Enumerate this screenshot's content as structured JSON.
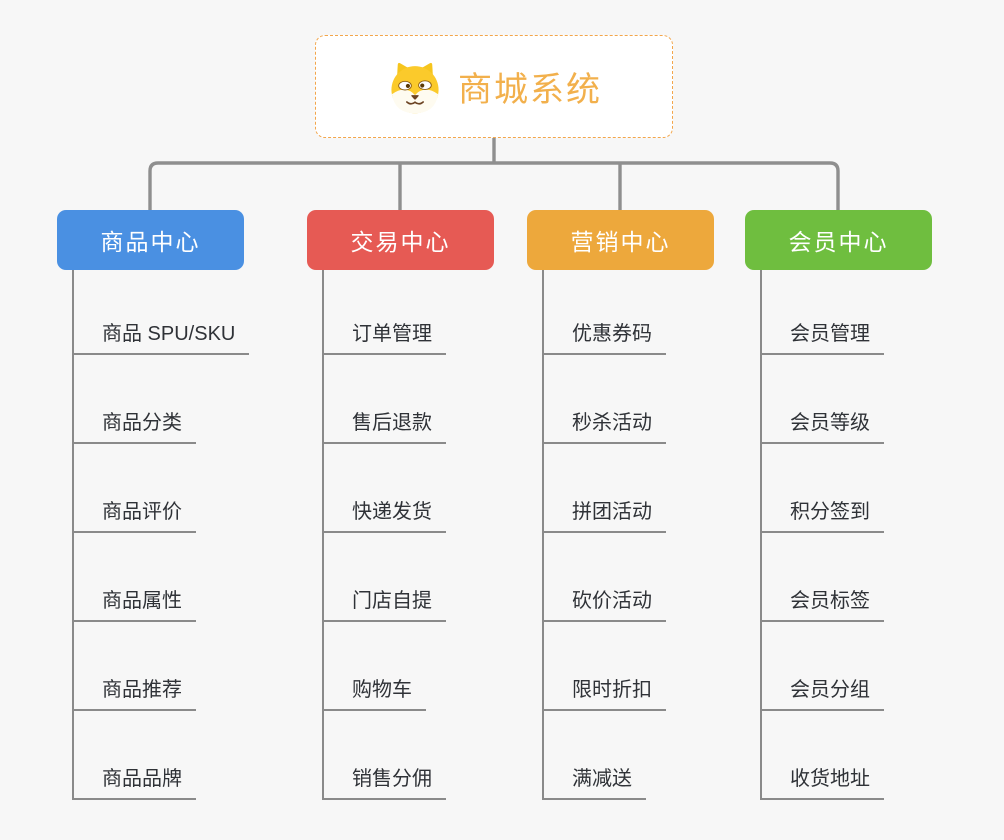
{
  "root": {
    "title": "商城系统",
    "icon": "dog-face-icon"
  },
  "branches": [
    {
      "label": "商品中心",
      "color": "#4a90e2",
      "children": [
        "商品 SPU/SKU",
        "商品分类",
        "商品评价",
        "商品属性",
        "商品推荐",
        "商品品牌"
      ]
    },
    {
      "label": "交易中心",
      "color": "#e65a54",
      "children": [
        "订单管理",
        "售后退款",
        "快递发货",
        "门店自提",
        "购物车",
        "销售分佣"
      ]
    },
    {
      "label": "营销中心",
      "color": "#eda83c",
      "children": [
        "优惠券码",
        "秒杀活动",
        "拼团活动",
        "砍价活动",
        "限时折扣",
        "满减送"
      ]
    },
    {
      "label": "会员中心",
      "color": "#6fbe3f",
      "children": [
        "会员管理",
        "会员等级",
        "积分签到",
        "会员标签",
        "会员分组",
        "收货地址"
      ]
    }
  ],
  "colors": {
    "connector": "#8f8f8f",
    "child_line": "#8a8a8a",
    "root_accent": "#f2b04c",
    "background": "#f7f7f7",
    "child_text": "#2f3237"
  }
}
